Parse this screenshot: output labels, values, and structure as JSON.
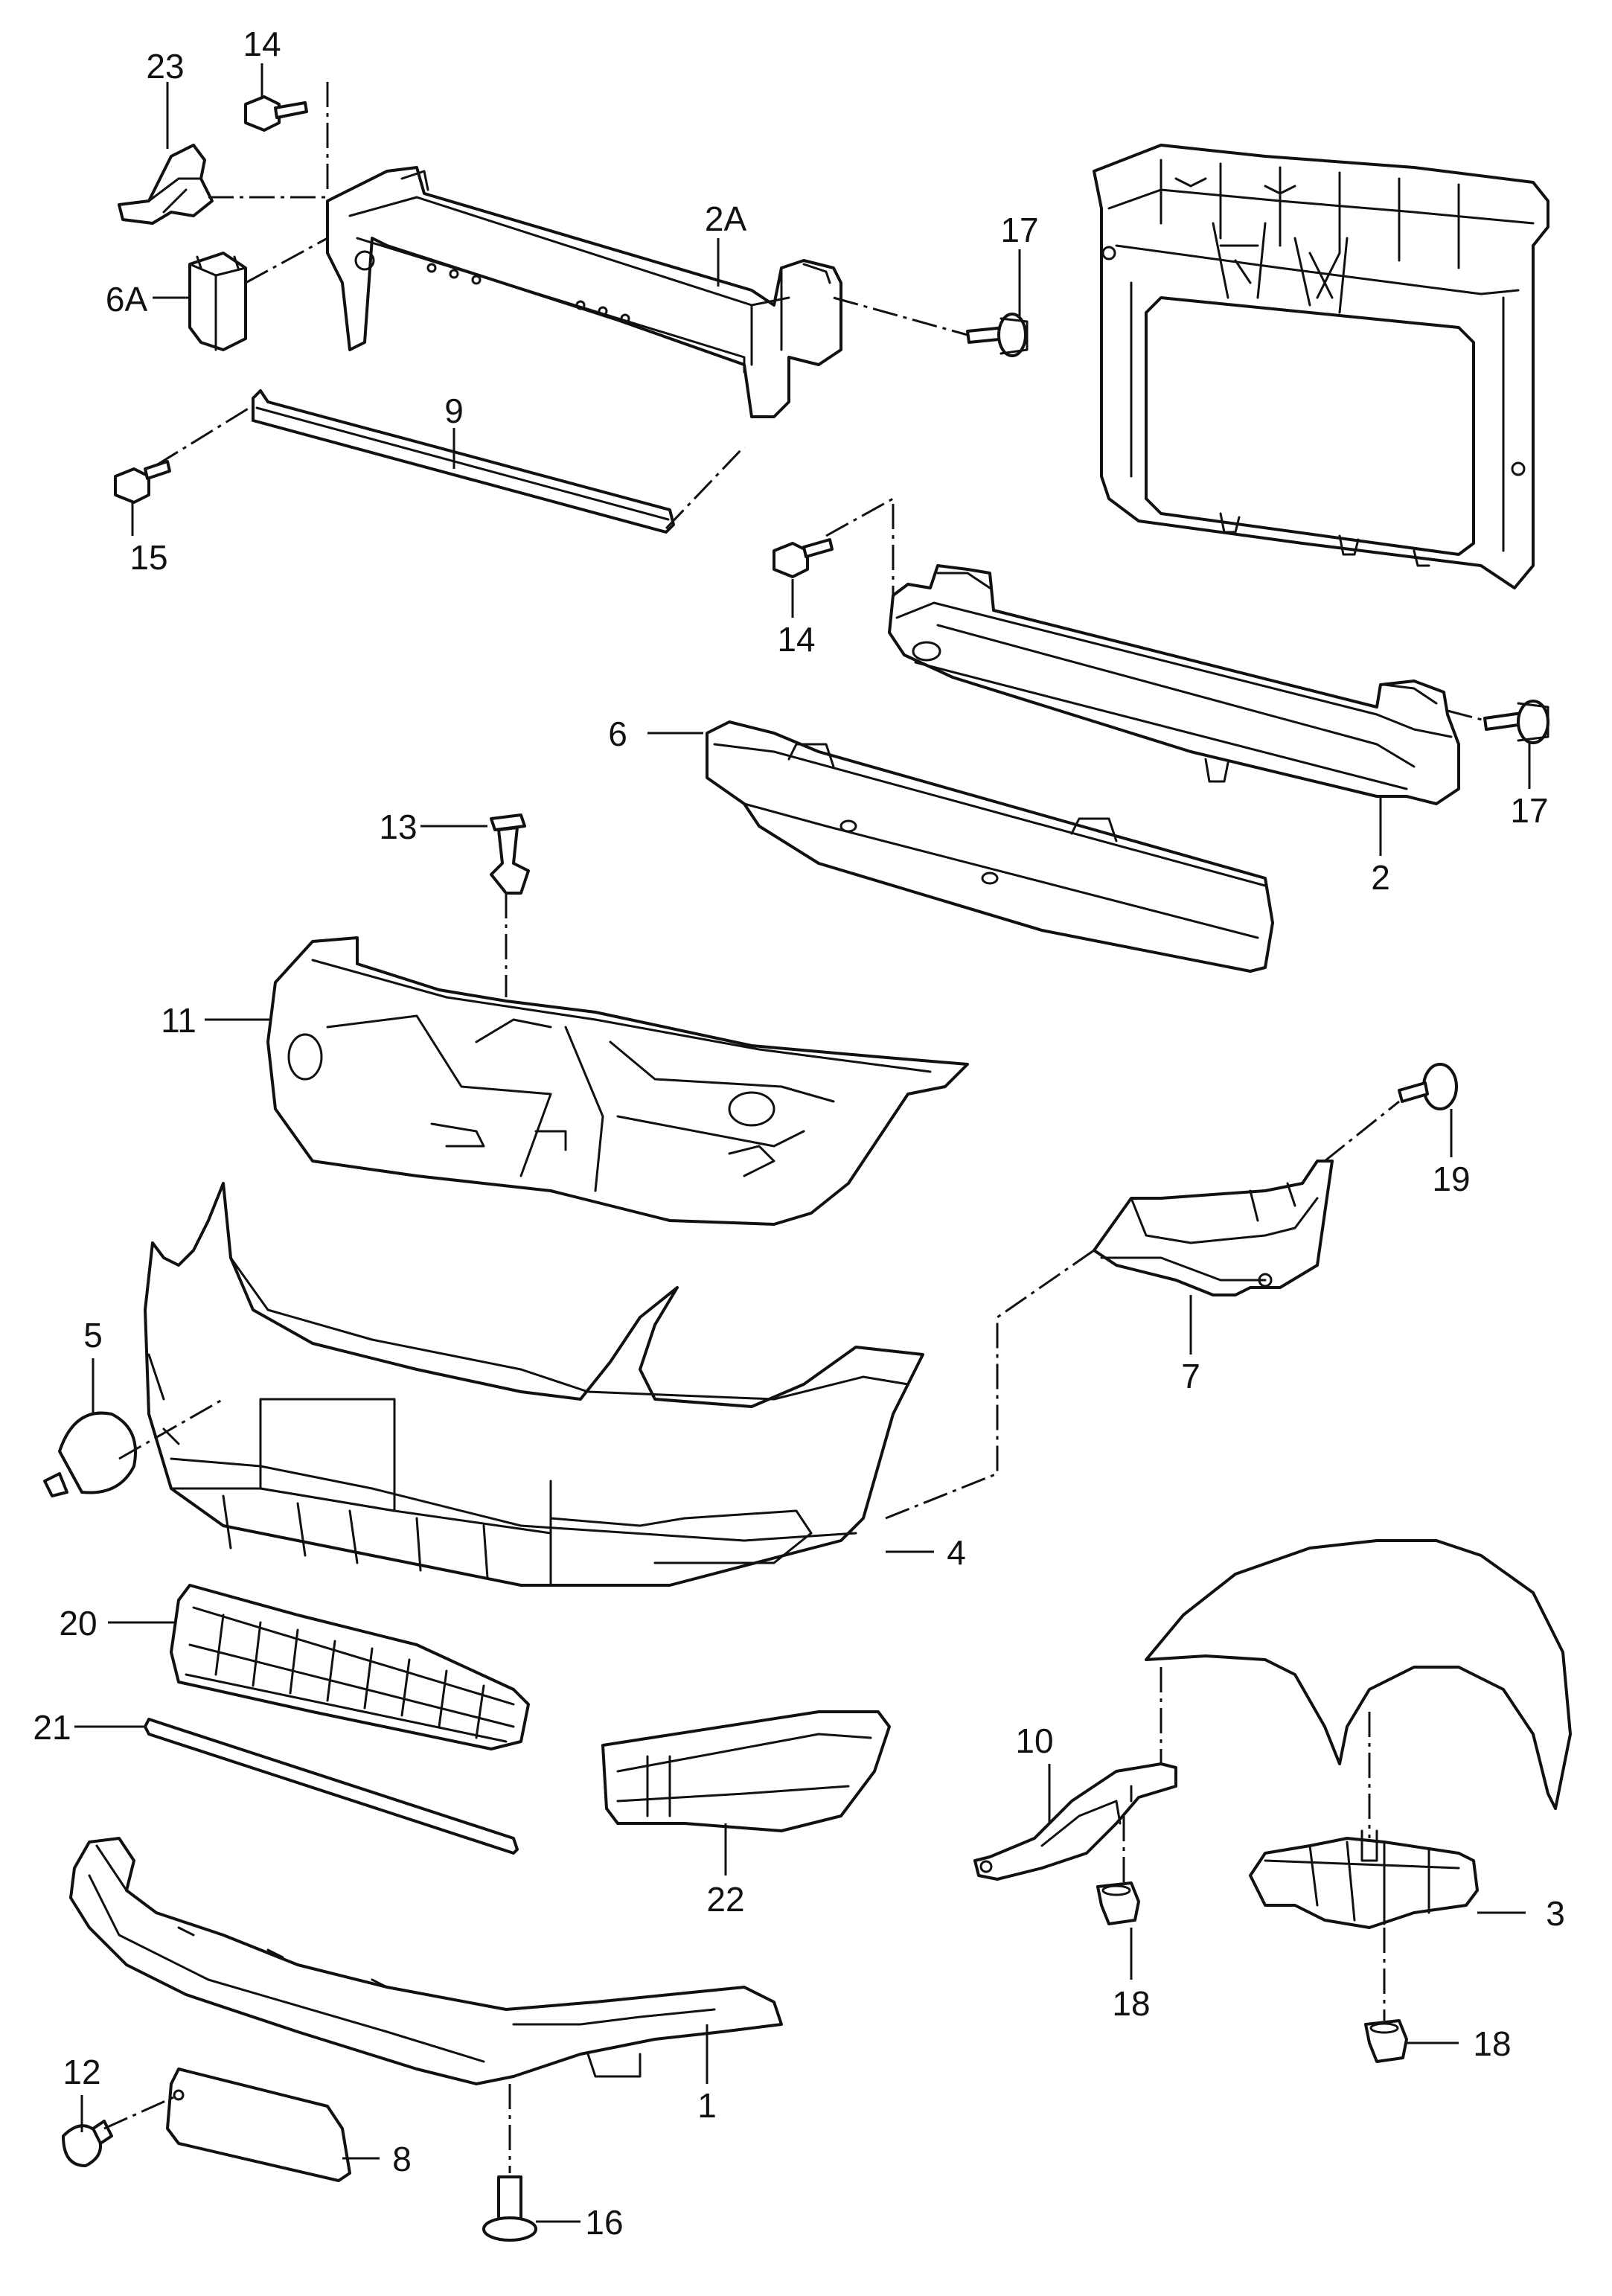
{
  "diagram": {
    "background": "#ffffff",
    "line_color": "#111111",
    "callouts": {
      "p1": "1",
      "p2": "2",
      "p2A": "2A",
      "p3": "3",
      "p4": "4",
      "p5": "5",
      "p6": "6",
      "p6A": "6A",
      "p7": "7",
      "p8": "8",
      "p9": "9",
      "p10": "10",
      "p11": "11",
      "p12": "12",
      "p13": "13",
      "p14a": "14",
      "p14b": "14",
      "p15": "15",
      "p16": "16",
      "p17a": "17",
      "p17b": "17",
      "p18a": "18",
      "p18b": "18",
      "p19": "19",
      "p20": "20",
      "p21": "21",
      "p22": "22",
      "p23": "23"
    }
  }
}
